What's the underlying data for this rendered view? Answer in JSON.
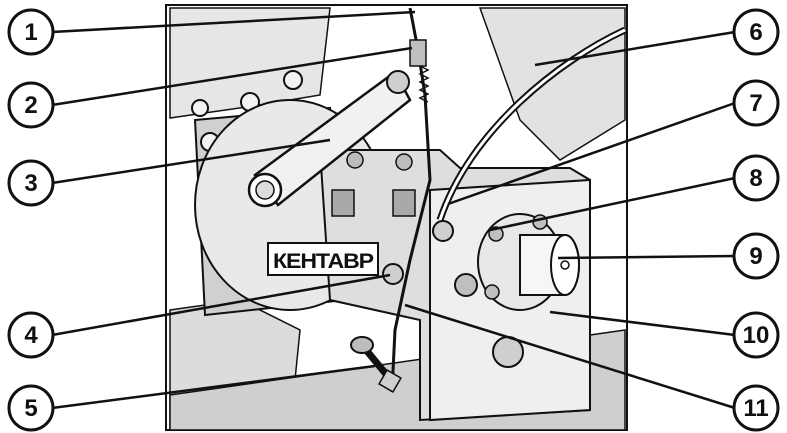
{
  "logo": {
    "text": "КЕНТАВР"
  },
  "callouts": [
    {
      "number": "1"
    },
    {
      "number": "2"
    },
    {
      "number": "3"
    },
    {
      "number": "4"
    },
    {
      "number": "5"
    },
    {
      "number": "6"
    },
    {
      "number": "7"
    },
    {
      "number": "8"
    },
    {
      "number": "9"
    },
    {
      "number": "10"
    },
    {
      "number": "11"
    }
  ],
  "colors": {
    "ink": "#111111",
    "photo_bg": "#ffffff",
    "shade": "#d9d9d9",
    "shade_dark": "#b8b8b8"
  }
}
